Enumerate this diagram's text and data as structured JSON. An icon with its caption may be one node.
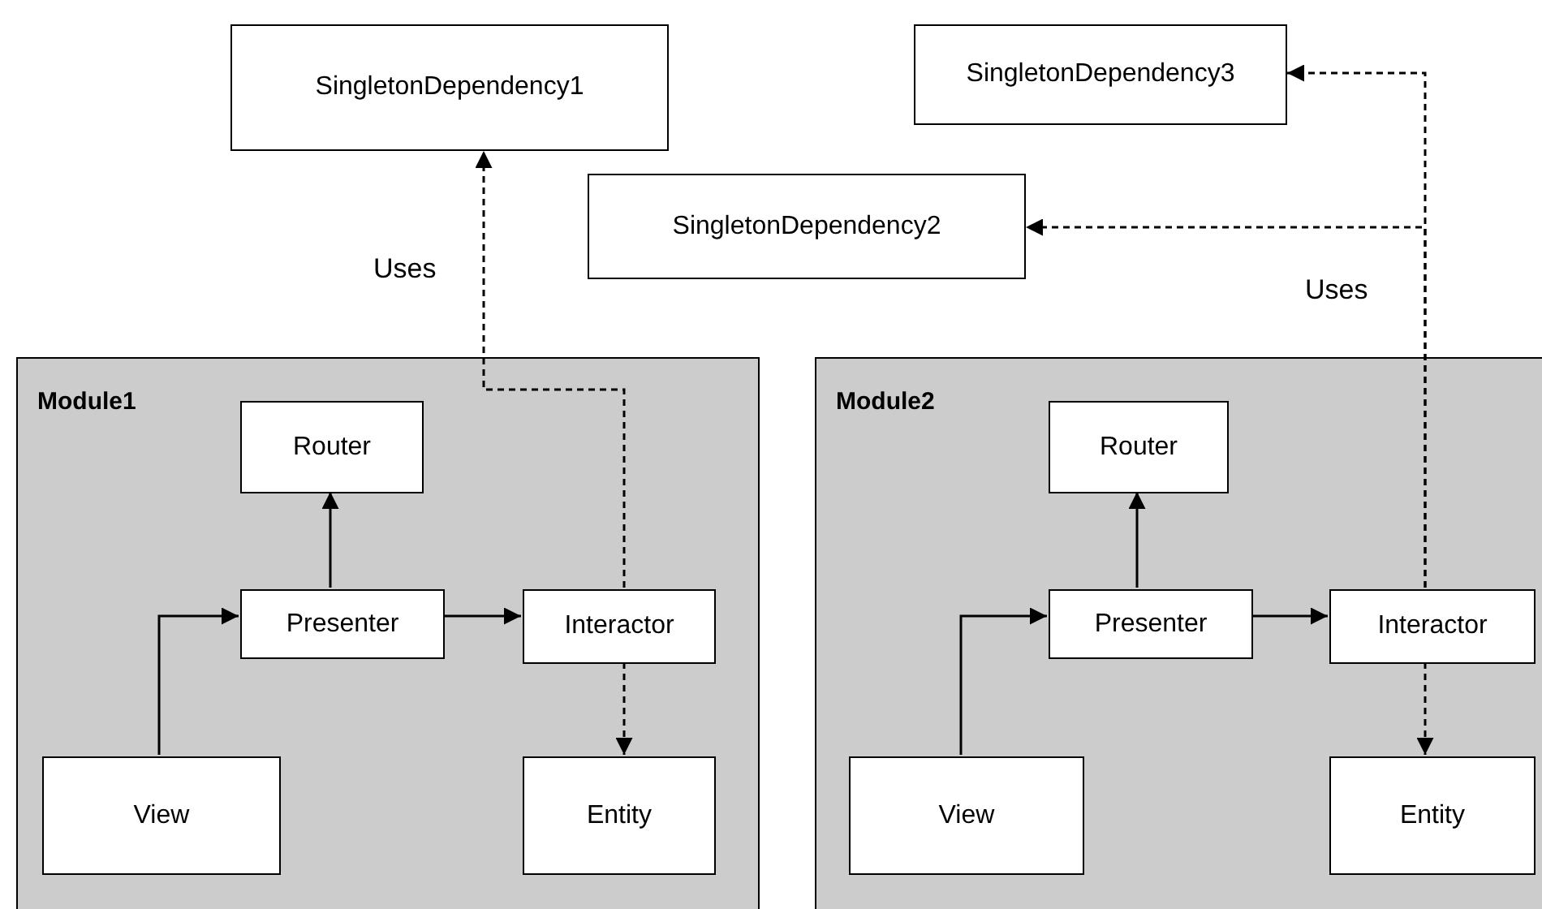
{
  "diagram": {
    "nodes": [
      {
        "text": [
          "SingletonDependency1"
        ]
      },
      {
        "text": [
          "SingletonDependency3"
        ]
      },
      {
        "text": [
          "SingletonDependency2"
        ]
      },
      {
        "text": [
          "Module1"
        ]
      },
      {
        "text": [
          "Router"
        ],
        "in": 3
      },
      {
        "text": [
          "Presenter"
        ],
        "in": 3
      },
      {
        "text": [
          "Interactor"
        ],
        "in": 3
      },
      {
        "text": [
          "View"
        ],
        "in": 3
      },
      {
        "text": [
          "Entity"
        ],
        "in": 3
      },
      {
        "text": [
          "Module2"
        ]
      },
      {
        "text": [
          "Router"
        ],
        "in": 9
      },
      {
        "text": [
          "Presenter"
        ],
        "in": 9
      },
      {
        "text": [
          "Interactor"
        ],
        "in": 9
      },
      {
        "text": [
          "View"
        ],
        "in": 9
      },
      {
        "text": [
          "Entity"
        ],
        "in": 9
      }
    ],
    "edges": [
      {
        "from": 5,
        "to": 4,
        "arrow": "to"
      },
      {
        "from": 7,
        "to": 5,
        "arrow": "to"
      },
      {
        "from": 5,
        "to": 6,
        "arrow": "to"
      },
      {
        "from": 6,
        "to": 8,
        "arrow": "to",
        "style": "dashed"
      },
      {
        "from": 6,
        "to": 0,
        "arrow": "to",
        "style": "dashed",
        "label": "Uses"
      },
      {
        "from": 11,
        "to": 10,
        "arrow": "to"
      },
      {
        "from": 13,
        "to": 11,
        "arrow": "to"
      },
      {
        "from": 11,
        "to": 12,
        "arrow": "to"
      },
      {
        "from": 12,
        "to": 14,
        "arrow": "to",
        "style": "dashed"
      },
      {
        "from": 12,
        "to": 1,
        "arrow": "to",
        "style": "dashed",
        "label": "Uses"
      },
      {
        "from": 12,
        "to": 2,
        "arrow": "to",
        "style": "dashed"
      }
    ]
  }
}
